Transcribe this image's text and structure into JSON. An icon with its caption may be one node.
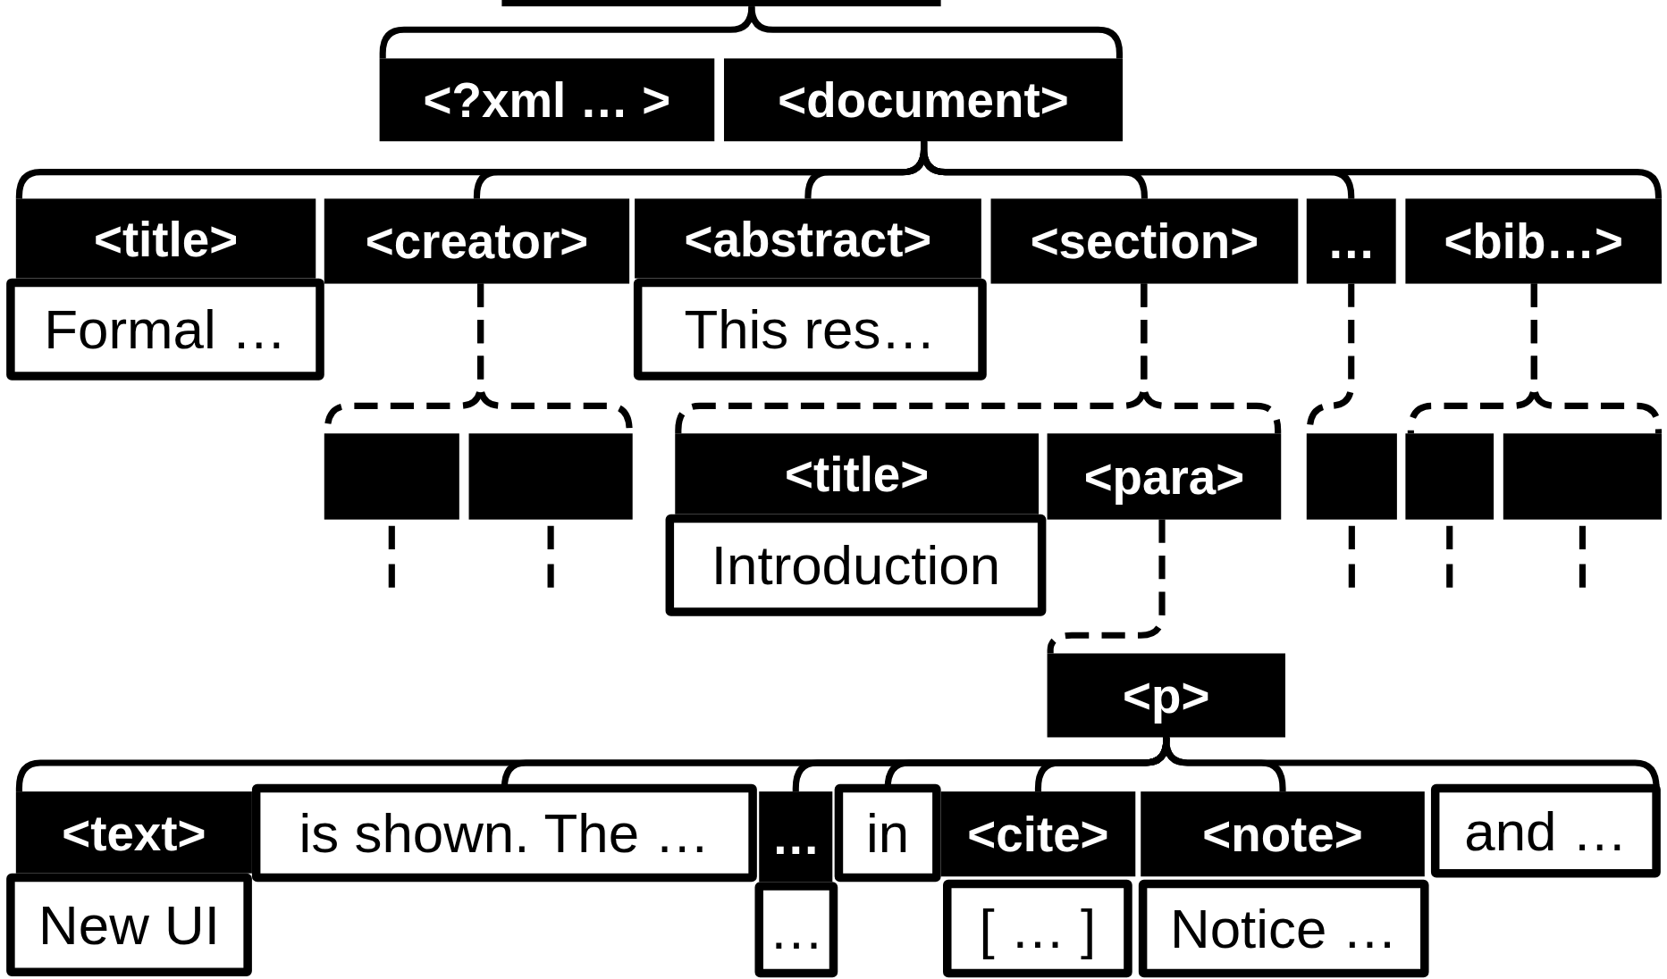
{
  "diagram": {
    "nodes": [
      {
        "text": [],
        "shape": "box"
      },
      {
        "text": [
          "<?xml … >"
        ]
      },
      {
        "text": [
          "<document>"
        ]
      },
      {
        "text": [
          "<title>"
        ]
      },
      {
        "text": [
          "Formal …"
        ]
      },
      {
        "text": [
          "<creator>"
        ]
      },
      {
        "text": [
          "<abstract>"
        ]
      },
      {
        "text": [
          "This res…"
        ]
      },
      {
        "text": [
          "<section>"
        ]
      },
      {
        "text": [
          "…"
        ]
      },
      {
        "text": [
          "<bib…>"
        ]
      },
      {
        "text": [],
        "shape": "box"
      },
      {
        "text": [],
        "shape": "box"
      },
      {
        "text": [
          "<title>"
        ]
      },
      {
        "text": [
          "Introduction"
        ]
      },
      {
        "text": [
          "<para>"
        ]
      },
      {
        "text": [],
        "shape": "box"
      },
      {
        "text": [],
        "shape": "box"
      },
      {
        "text": [],
        "shape": "box"
      },
      {
        "text": [
          "<p>"
        ]
      },
      {
        "text": [
          "<text>"
        ]
      },
      {
        "text": [
          "New UI"
        ]
      },
      {
        "text": [
          "is shown. The …"
        ]
      },
      {
        "text": [
          "…"
        ]
      },
      {
        "text": [
          "…"
        ]
      },
      {
        "text": [
          "in"
        ]
      },
      {
        "text": [
          "<cite>"
        ]
      },
      {
        "text": [
          "[ … ]"
        ]
      },
      {
        "text": [
          "<note>"
        ]
      },
      {
        "text": [
          "Notice …"
        ]
      },
      {
        "text": [
          "and …"
        ]
      }
    ],
    "edges": [
      {
        "from": 0,
        "to": 1,
        "arrow": "none"
      },
      {
        "from": 0,
        "to": 2,
        "arrow": "none"
      },
      {
        "from": 2,
        "to": 3,
        "arrow": "none"
      },
      {
        "from": 2,
        "to": 5,
        "arrow": "none"
      },
      {
        "from": 2,
        "to": 6,
        "arrow": "none"
      },
      {
        "from": 2,
        "to": 8,
        "arrow": "none"
      },
      {
        "from": 2,
        "to": 9,
        "arrow": "none"
      },
      {
        "from": 2,
        "to": 10,
        "arrow": "none"
      },
      {
        "from": 5,
        "to": 11,
        "arrow": "none",
        "style": "dashed"
      },
      {
        "from": 5,
        "to": 12,
        "arrow": "none",
        "style": "dashed"
      },
      {
        "from": 8,
        "to": 13,
        "arrow": "none",
        "style": "dashed"
      },
      {
        "from": 8,
        "to": 15,
        "arrow": "none",
        "style": "dashed"
      },
      {
        "from": 9,
        "to": 16,
        "arrow": "none",
        "style": "dashed"
      },
      {
        "from": 10,
        "to": 17,
        "arrow": "none",
        "style": "dashed"
      },
      {
        "from": 10,
        "to": 18,
        "arrow": "none",
        "style": "dashed"
      },
      {
        "from": 15,
        "to": 19,
        "arrow": "none",
        "style": "dashed"
      },
      {
        "from": 19,
        "to": 20,
        "arrow": "none"
      },
      {
        "from": 19,
        "to": 22,
        "arrow": "none"
      },
      {
        "from": 19,
        "to": 23,
        "arrow": "none"
      },
      {
        "from": 19,
        "to": 25,
        "arrow": "none"
      },
      {
        "from": 19,
        "to": 26,
        "arrow": "none"
      },
      {
        "from": 19,
        "to": 28,
        "arrow": "none"
      },
      {
        "from": 19,
        "to": 30,
        "arrow": "none"
      },
      {
        "from": 11,
        "to": null,
        "arrow": "none",
        "style": "dashed"
      },
      {
        "from": 12,
        "to": null,
        "arrow": "none",
        "style": "dashed"
      },
      {
        "from": 16,
        "to": null,
        "arrow": "none",
        "style": "dashed"
      },
      {
        "from": 17,
        "to": null,
        "arrow": "none",
        "style": "dashed"
      },
      {
        "from": 18,
        "to": null,
        "arrow": "none",
        "style": "dashed"
      }
    ]
  }
}
